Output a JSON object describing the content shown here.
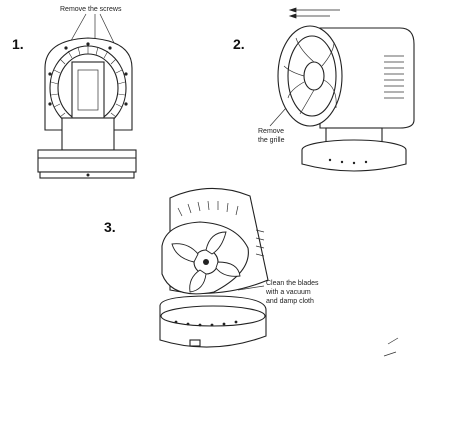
{
  "steps": [
    {
      "number": "1.",
      "caption": "Remove the screws"
    },
    {
      "number": "2.",
      "caption_lines": [
        "Remove",
        "the grille"
      ]
    },
    {
      "number": "3.",
      "caption_lines": [
        "Clean the blades",
        "with a vacuum",
        "and damp cloth"
      ]
    }
  ]
}
